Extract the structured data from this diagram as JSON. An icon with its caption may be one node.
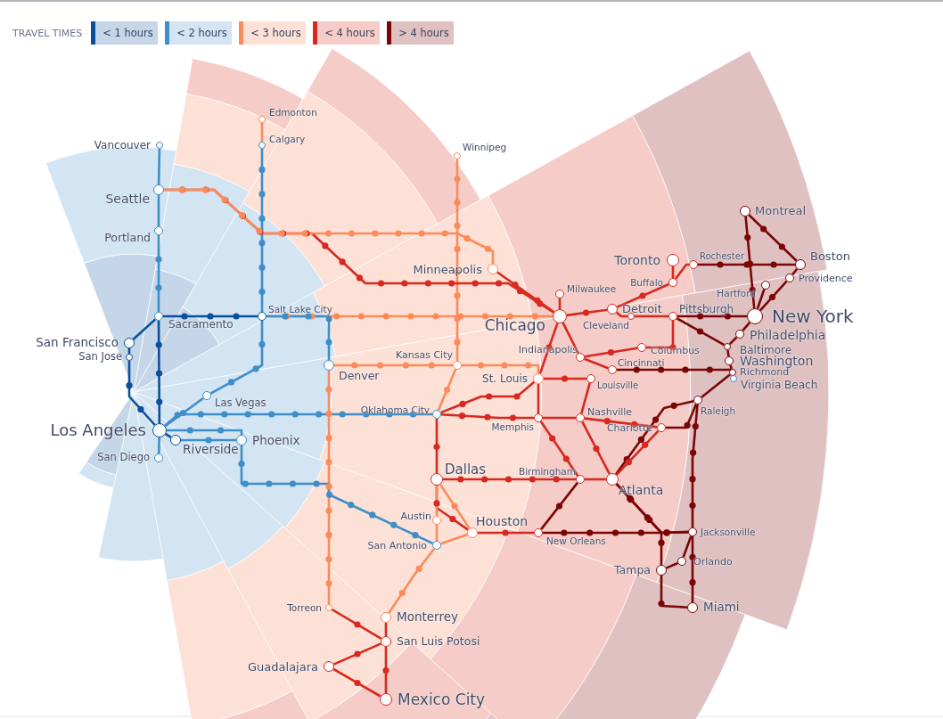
{
  "diagram": {
    "nodes": [
      {
        "text": [
          "Vancouver"
        ]
      },
      {
        "text": [
          "Seattle"
        ]
      },
      {
        "text": [
          "Portland"
        ]
      },
      {
        "text": [
          "Sacramento"
        ]
      },
      {
        "text": [
          "San Francisco"
        ]
      },
      {
        "text": [
          "San Jose"
        ]
      },
      {
        "text": [
          "Los Angeles"
        ]
      },
      {
        "text": [
          "San Diego"
        ]
      },
      {
        "text": [
          "Riverside"
        ]
      },
      {
        "text": [
          "Las Vegas"
        ]
      },
      {
        "text": [
          "Phoenix"
        ]
      },
      {
        "text": [
          "Salt Lake City"
        ]
      },
      {
        "text": [
          "Calgary"
        ]
      },
      {
        "text": [
          "Edmonton"
        ]
      },
      {
        "text": [
          "Denver"
        ]
      },
      {
        "text": [
          "Winnipeg"
        ]
      },
      {
        "text": [
          "Minneapolis"
        ]
      },
      {
        "text": [
          "Kansas City"
        ]
      },
      {
        "text": [
          "Oklahoma City"
        ]
      },
      {
        "text": [
          "Dallas"
        ]
      },
      {
        "text": [
          "Austin"
        ]
      },
      {
        "text": [
          "San Antonio"
        ]
      },
      {
        "text": [
          "Houston"
        ]
      },
      {
        "text": [
          "Torreon"
        ]
      },
      {
        "text": [
          "Monterrey"
        ]
      },
      {
        "text": [
          "San Luis Potosi"
        ]
      },
      {
        "text": [
          "Guadalajara"
        ]
      },
      {
        "text": [
          "Mexico City"
        ]
      },
      {
        "text": [
          "Chicago"
        ]
      },
      {
        "text": [
          "Milwaukee"
        ]
      },
      {
        "text": [
          "St. Louis"
        ]
      },
      {
        "text": [
          "Indianapolis"
        ]
      },
      {
        "text": [
          "Memphis"
        ]
      },
      {
        "text": [
          "Nashville"
        ]
      },
      {
        "text": [
          "Birmingham"
        ]
      },
      {
        "text": [
          "New Orleans"
        ]
      },
      {
        "text": [
          "Atlanta"
        ]
      },
      {
        "text": [
          "Detroit"
        ]
      },
      {
        "text": [
          "Cleveland"
        ]
      },
      {
        "text": [
          "Toronto"
        ]
      },
      {
        "text": [
          "Buffalo"
        ]
      },
      {
        "text": [
          "Rochester"
        ]
      },
      {
        "text": [
          "Pittsburgh"
        ]
      },
      {
        "text": [
          "Columbus"
        ]
      },
      {
        "text": [
          "Cincinnati"
        ]
      },
      {
        "text": [
          "Louisville"
        ]
      },
      {
        "text": [
          "Charlotte"
        ]
      },
      {
        "text": [
          "Raleigh"
        ]
      },
      {
        "text": [
          "Jacksonville"
        ]
      },
      {
        "text": [
          "Orlando"
        ]
      },
      {
        "text": [
          "Tampa"
        ]
      },
      {
        "text": [
          "Miami"
        ]
      },
      {
        "text": [
          "Montreal"
        ]
      },
      {
        "text": [
          "Boston"
        ]
      },
      {
        "text": [
          "Providence"
        ]
      },
      {
        "text": [
          "Hartford"
        ]
      },
      {
        "text": [
          "New York"
        ]
      },
      {
        "text": [
          "Philadelphia"
        ]
      },
      {
        "text": [
          "Baltimore"
        ]
      },
      {
        "text": [
          "Washington"
        ]
      },
      {
        "text": [
          "Richmond"
        ]
      },
      {
        "text": [
          "Virginia Beach"
        ]
      }
    ],
    "edges": [
      {
        "from": 0,
        "to": 1,
        "arrow": "none",
        "color": "#3e8ec8"
      },
      {
        "from": 1,
        "to": 2,
        "arrow": "none",
        "color": "#3e8ec8"
      },
      {
        "from": 2,
        "to": 3,
        "arrow": "none",
        "color": "#3e8ec8"
      },
      {
        "from": 3,
        "to": 4,
        "arrow": "none",
        "color": "#0b4f9c"
      },
      {
        "from": 4,
        "to": 5,
        "arrow": "none",
        "color": "#0b4f9c"
      },
      {
        "from": 5,
        "to": 6,
        "arrow": "none",
        "color": "#0b4f9c"
      },
      {
        "from": 3,
        "to": 6,
        "arrow": "none",
        "color": "#0b4f9c"
      },
      {
        "from": 6,
        "to": 7,
        "arrow": "none",
        "color": "#3e8ec8"
      },
      {
        "from": 6,
        "to": 8,
        "arrow": "none",
        "color": "#0b4f9c"
      },
      {
        "from": 3,
        "to": 11,
        "arrow": "none",
        "color": "#0b4f9c"
      },
      {
        "from": 11,
        "to": 12,
        "arrow": "none",
        "color": "#3e8ec8"
      },
      {
        "from": 12,
        "to": 13,
        "arrow": "none",
        "color": "#fb8c5a"
      },
      {
        "from": 11,
        "to": 9,
        "arrow": "none",
        "color": "#3e8ec8"
      },
      {
        "from": 9,
        "to": 6,
        "arrow": "none",
        "color": "#3e8ec8"
      },
      {
        "from": 6,
        "to": 10,
        "arrow": "none",
        "color": "#3e8ec8"
      },
      {
        "from": 8,
        "to": 10,
        "arrow": "none",
        "color": "#3e8ec8"
      },
      {
        "from": 11,
        "to": 14,
        "arrow": "none",
        "color": "#3e8ec8"
      },
      {
        "from": 6,
        "to": 18,
        "arrow": "none",
        "color": "#3e8ec8"
      },
      {
        "from": 10,
        "to": 21,
        "arrow": "none",
        "color": "#3e8ec8"
      },
      {
        "from": 14,
        "to": 23,
        "arrow": "none",
        "color": "#fb8c5a"
      },
      {
        "from": 1,
        "to": 16,
        "arrow": "none",
        "color": "#fb8c5a"
      },
      {
        "from": 1,
        "to": 28,
        "arrow": "none",
        "color": "#d8281f"
      },
      {
        "from": 11,
        "to": 28,
        "arrow": "none",
        "color": "#fb8c5a"
      },
      {
        "from": 15,
        "to": 17,
        "arrow": "none",
        "color": "#fb8c5a"
      },
      {
        "from": 14,
        "to": 17,
        "arrow": "none",
        "color": "#fb8c5a"
      },
      {
        "from": 17,
        "to": 30,
        "arrow": "none",
        "color": "#fb8c5a"
      },
      {
        "from": 17,
        "to": 18,
        "arrow": "none",
        "color": "#fb8c5a"
      },
      {
        "from": 18,
        "to": 19,
        "arrow": "none",
        "color": "#d8281f"
      },
      {
        "from": 18,
        "to": 32,
        "arrow": "none",
        "color": "#d8281f"
      },
      {
        "from": 18,
        "to": 30,
        "arrow": "none",
        "color": "#d8281f"
      },
      {
        "from": 19,
        "to": 20,
        "arrow": "none",
        "color": "#fb8c5a"
      },
      {
        "from": 20,
        "to": 21,
        "arrow": "none",
        "color": "#fb8c5a"
      },
      {
        "from": 19,
        "to": 22,
        "arrow": "none",
        "color": "#fb8c5a"
      },
      {
        "from": 21,
        "to": 22,
        "arrow": "none",
        "color": "#fb8c5a"
      },
      {
        "from": 23,
        "to": 25,
        "arrow": "none",
        "color": "#d8281f"
      },
      {
        "from": 21,
        "to": 24,
        "arrow": "none",
        "color": "#fb8c5a"
      },
      {
        "from": 24,
        "to": 25,
        "arrow": "none",
        "color": "#d8281f"
      },
      {
        "from": 25,
        "to": 27,
        "arrow": "none",
        "color": "#d8281f"
      },
      {
        "from": 25,
        "to": 26,
        "arrow": "none",
        "color": "#d8281f"
      },
      {
        "from": 26,
        "to": 27,
        "arrow": "none",
        "color": "#d8281f"
      },
      {
        "from": 19,
        "to": 22,
        "arrow": "none",
        "color": "#d8281f"
      },
      {
        "from": 16,
        "to": 28,
        "arrow": "none",
        "color": "#d8281f"
      },
      {
        "from": 28,
        "to": 29,
        "arrow": "none",
        "color": "#d8281f"
      },
      {
        "from": 28,
        "to": 37,
        "arrow": "none",
        "color": "#d8281f"
      },
      {
        "from": 37,
        "to": 38,
        "arrow": "none",
        "color": "#d8281f"
      },
      {
        "from": 38,
        "to": 42,
        "arrow": "none",
        "color": "#d8281f"
      },
      {
        "from": 42,
        "to": 56,
        "arrow": "none",
        "color": "#7a0606"
      },
      {
        "from": 37,
        "to": 40,
        "arrow": "none",
        "color": "#d8281f"
      },
      {
        "from": 40,
        "to": 39,
        "arrow": "none",
        "color": "#d8281f"
      },
      {
        "from": 40,
        "to": 41,
        "arrow": "none",
        "color": "#d8281f"
      },
      {
        "from": 41,
        "to": 53,
        "arrow": "none",
        "color": "#7a0606"
      },
      {
        "from": 28,
        "to": 30,
        "arrow": "none",
        "color": "#d8281f"
      },
      {
        "from": 28,
        "to": 31,
        "arrow": "none",
        "color": "#d8281f"
      },
      {
        "from": 31,
        "to": 44,
        "arrow": "none",
        "color": "#d8281f"
      },
      {
        "from": 31,
        "to": 43,
        "arrow": "none",
        "color": "#d8281f"
      },
      {
        "from": 43,
        "to": 42,
        "arrow": "none",
        "color": "#d8281f"
      },
      {
        "from": 44,
        "to": 60,
        "arrow": "none",
        "color": "#7a0606"
      },
      {
        "from": 30,
        "to": 45,
        "arrow": "none",
        "color": "#d8281f"
      },
      {
        "from": 45,
        "to": 33,
        "arrow": "none",
        "color": "#d8281f"
      },
      {
        "from": 30,
        "to": 32,
        "arrow": "none",
        "color": "#d8281f"
      },
      {
        "from": 32,
        "to": 33,
        "arrow": "none",
        "color": "#d8281f"
      },
      {
        "from": 33,
        "to": 36,
        "arrow": "none",
        "color": "#d8281f"
      },
      {
        "from": 33,
        "to": 46,
        "arrow": "none",
        "color": "#d8281f"
      },
      {
        "from": 32,
        "to": 34,
        "arrow": "none",
        "color": "#d8281f"
      },
      {
        "from": 34,
        "to": 36,
        "arrow": "none",
        "color": "#d8281f"
      },
      {
        "from": 19,
        "to": 34,
        "arrow": "none",
        "color": "#d8281f"
      },
      {
        "from": 22,
        "to": 35,
        "arrow": "none",
        "color": "#d8281f"
      },
      {
        "from": 34,
        "to": 35,
        "arrow": "none",
        "color": "#7a0606"
      },
      {
        "from": 35,
        "to": 48,
        "arrow": "none",
        "color": "#7a0606"
      },
      {
        "from": 36,
        "to": 46,
        "arrow": "none",
        "color": "#d8281f"
      },
      {
        "from": 46,
        "to": 47,
        "arrow": "none",
        "color": "#7a0606"
      },
      {
        "from": 47,
        "to": 60,
        "arrow": "none",
        "color": "#7a0606"
      },
      {
        "from": 60,
        "to": 59,
        "arrow": "none",
        "color": "#7a0606"
      },
      {
        "from": 59,
        "to": 58,
        "arrow": "none",
        "color": "#7a0606"
      },
      {
        "from": 58,
        "to": 57,
        "arrow": "none",
        "color": "#7a0606"
      },
      {
        "from": 57,
        "to": 56,
        "arrow": "none",
        "color": "#7a0606"
      },
      {
        "from": 56,
        "to": 55,
        "arrow": "none",
        "color": "#7a0606"
      },
      {
        "from": 56,
        "to": 54,
        "arrow": "none",
        "color": "#7a0606"
      },
      {
        "from": 54,
        "to": 53,
        "arrow": "none",
        "color": "#7a0606"
      },
      {
        "from": 52,
        "to": 53,
        "arrow": "none",
        "color": "#7a0606"
      },
      {
        "from": 52,
        "to": 56,
        "arrow": "none",
        "color": "#7a0606"
      },
      {
        "from": 36,
        "to": 48,
        "arrow": "none",
        "color": "#7a0606"
      },
      {
        "from": 48,
        "to": 49,
        "arrow": "none",
        "color": "#7a0606"
      },
      {
        "from": 49,
        "to": 50,
        "arrow": "none",
        "color": "#7a0606"
      },
      {
        "from": 50,
        "to": 51,
        "arrow": "none",
        "color": "#7a0606"
      },
      {
        "from": 48,
        "to": 51,
        "arrow": "none",
        "color": "#7a0606"
      },
      {
        "from": 36,
        "to": 50,
        "arrow": "none",
        "color": "#7a0606"
      },
      {
        "from": 47,
        "to": 48,
        "arrow": "none",
        "color": "#7a0606"
      },
      {
        "from": 36,
        "to": 47,
        "arrow": "none",
        "color": "#7a0606"
      },
      {
        "from": 42,
        "to": 58,
        "arrow": "none",
        "color": "#7a0606"
      }
    ],
    "labels": [
      "TRAVEL TIMES"
    ],
    "legend": [
      {
        "text": "< 1 hours",
        "color": "#0b4f9c"
      },
      {
        "text": "< 2 hours",
        "color": "#3e8ec8"
      },
      {
        "text": "< 3 hours",
        "color": "#fb8c5a"
      },
      {
        "text": "< 4 hours",
        "color": "#d8281f"
      },
      {
        "text": "> 4 hours",
        "color": "#7a0606"
      }
    ]
  }
}
